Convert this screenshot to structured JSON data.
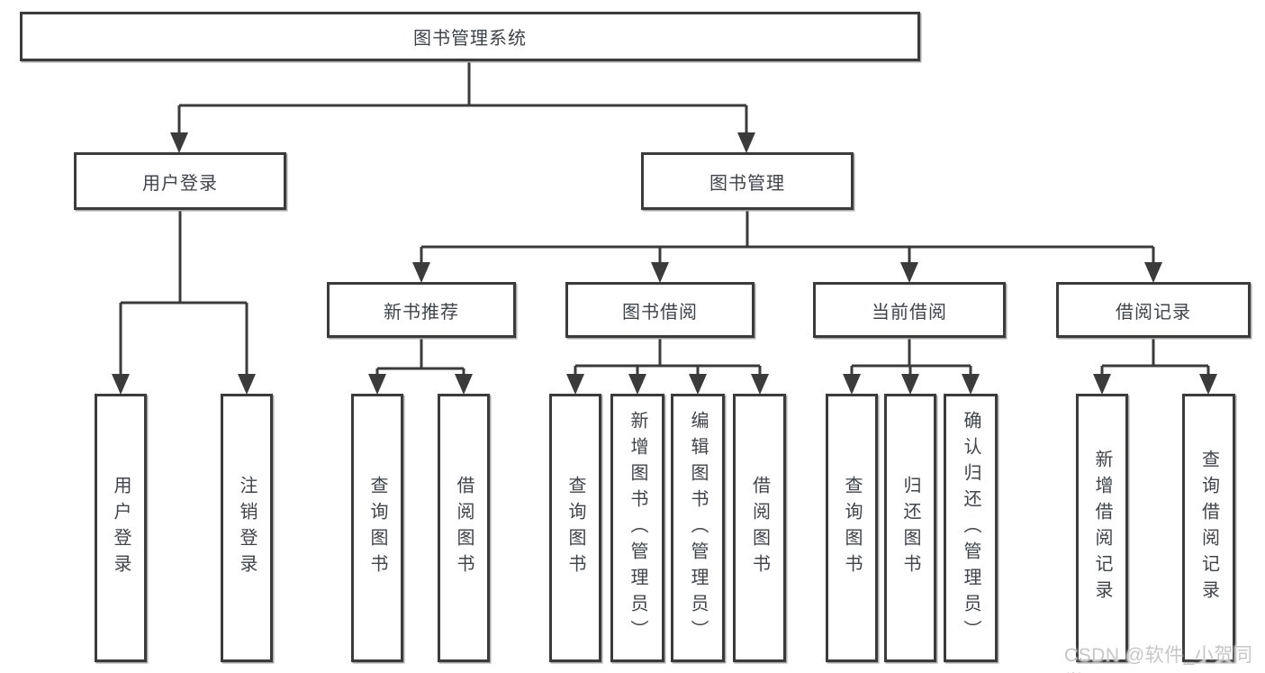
{
  "diagram": {
    "title": "图书管理系统",
    "level2": {
      "user_login": "用户登录",
      "book_management": "图书管理"
    },
    "level3": {
      "new_books": "新书推荐",
      "borrowing": "图书借阅",
      "current": "当前借阅",
      "records": "借阅记录"
    },
    "leaves": {
      "user_login": [
        "用户登录",
        "注销登录"
      ],
      "new_books": [
        "查询图书",
        "借阅图书"
      ],
      "borrowing": [
        "查询图书",
        "新增图书（管理员）",
        "编辑图书（管理员）",
        "借阅图书"
      ],
      "current": [
        "查询图书",
        "归还图书",
        "确认归还（管理员）"
      ],
      "records": [
        "新增借阅记录",
        "查询借阅记录"
      ]
    },
    "watermark": "CSDN @软件_小贺同学",
    "colors": {
      "line": "#3b3b3b",
      "text": "#3f444b",
      "watermark": "#c6c6c6"
    }
  }
}
